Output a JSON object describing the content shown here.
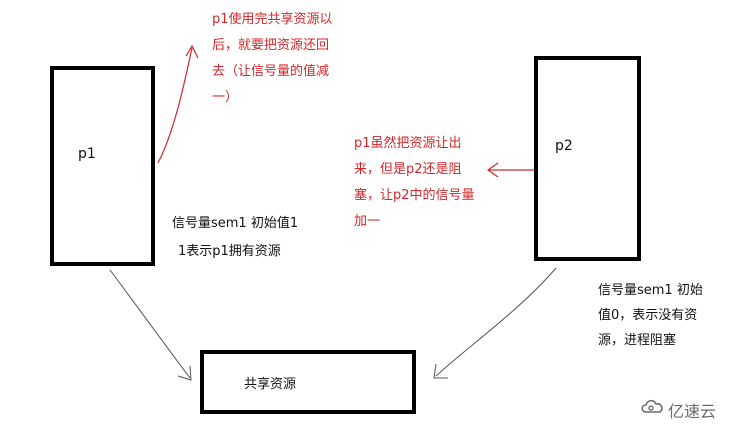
{
  "processes": {
    "p1_label": "p1",
    "p2_label": "p2"
  },
  "shared": {
    "label": "共享资源"
  },
  "annotations": {
    "p1_release": [
      "p1使用完共享资源以",
      "后，就要把资源还回",
      "去（让信号量的值减",
      "一）"
    ],
    "p1_yield": [
      "p1虽然把资源让出",
      "来，但是p2还是阻",
      "塞，让p2中的信号量",
      "加一"
    ],
    "sem1_init_1": "信号量sem1   初始值1",
    "sem1_init_2": "1表示p1拥有资源",
    "sem1_p2": [
      "信号量sem1   初始",
      "值0，表示没有资",
      "源，进程阻塞"
    ]
  },
  "watermark": {
    "text": "亿速云",
    "icon": "cloud-logo-icon"
  },
  "colors": {
    "annotation": "#d0282a",
    "arrow_red": "#d0282a",
    "arrow_gray": "#555555",
    "box_border": "#000000"
  }
}
